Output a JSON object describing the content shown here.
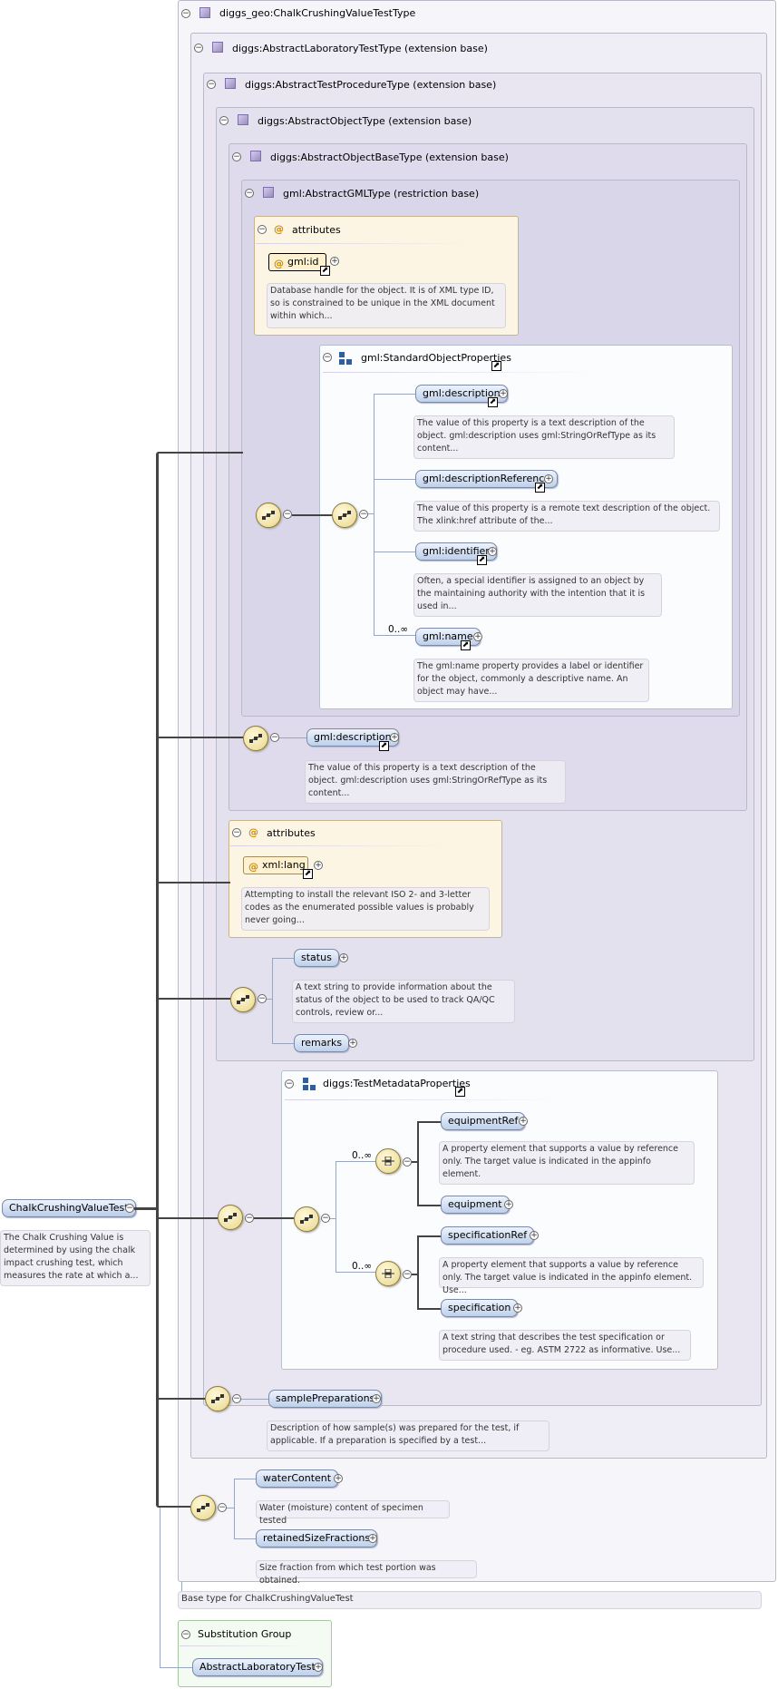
{
  "root": {
    "name": "ChalkCrushingValueTest",
    "doc": "The Chalk Crushing Value is determined by using the chalk impact crushing test, which measures the rate at which a..."
  },
  "types": {
    "chalk": "diggs_geo:ChalkCrushingValueTestType",
    "lab": "diggs:AbstractLaboratoryTestType (extension base)",
    "proc": "diggs:AbstractTestProcedureType (extension base)",
    "obj": "diggs:AbstractObjectType (extension base)",
    "objbase": "diggs:AbstractObjectBaseType (extension base)",
    "gml": "gml:AbstractGMLType (restriction base)"
  },
  "gml_attrs": {
    "title": "attributes",
    "id_name": "gml:id",
    "id_doc": "Database handle for the object. It is of XML type ID, so is constrained to be unique in the XML document within which..."
  },
  "std_props": {
    "title": "gml:StandardObjectProperties",
    "items": [
      {
        "name": "gml:description",
        "doc": "The value of this property is a text description of the object. gml:description uses gml:StringOrRefType as its content..."
      },
      {
        "name": "gml:descriptionReference",
        "doc": "The value of this property is a remote text description of the object. The xlink:href attribute of the..."
      },
      {
        "name": "gml:identifier",
        "doc": "Often, a special identifier is assigned to an object by the maintaining authority with the intention that it is used in..."
      },
      {
        "name": "gml:name",
        "doc": "The gml:name property provides a label or identifier for the object, commonly a descriptive name. An object may have..."
      }
    ],
    "name_card": "0..∞"
  },
  "objbase_desc": {
    "name": "gml:description",
    "doc": "The value of this property is a text description of the object. gml:description uses gml:StringOrRefType as its content..."
  },
  "obj_attrs": {
    "title": "attributes",
    "lang_name": "xml:lang",
    "lang_doc": "Attempting to install the relevant ISO 2- and 3-letter codes as the enumerated possible values is probably never going..."
  },
  "obj_seq": {
    "status": "status",
    "status_doc": "A text string to provide information about the status of the object to be used to track QA/QC controls, review or...",
    "remarks": "remarks"
  },
  "meta": {
    "title": "diggs:TestMetadataProperties",
    "card1": "0..∞",
    "equipmentRef": "equipmentRef",
    "equipmentRef_doc": "A property element that supports a value by reference only. The target value is indicated in the appinfo element.",
    "equipment": "equipment",
    "card2": "0..∞",
    "specificationRef": "specificationRef",
    "specificationRef_doc": "A property element that supports a value by reference only. The target value is indicated in the appinfo element. Use...",
    "specification": "specification",
    "specification_doc": "A text string that describes the test specification or procedure used. - eg. ASTM 2722 as informative. Use..."
  },
  "lab_seq": {
    "samplePreparations": "samplePreparations",
    "samplePreparations_doc": "Description of how sample(s) was prepared for the test, if applicable. If a preparation is specified by a test..."
  },
  "chalk_seq": {
    "waterContent": "waterContent",
    "waterContent_doc": "Water (moisture) content of specimen tested",
    "retainedSizeFractions": "retainedSizeFractions",
    "retainedSizeFractions_doc": "Size fraction from which test portion was obtained."
  },
  "base_type_note": "Base type for ChalkCrushingValueTest",
  "subst": {
    "title": "Substitution Group",
    "name": "AbstractLaboratoryTest"
  },
  "icons": {
    "collapse": "minus-circle-icon",
    "expand": "plus-circle-icon",
    "type": "complex-type-icon",
    "sequence": "sequence-compositor-icon",
    "choice": "choice-compositor-icon",
    "reference": "reference-arrow-icon",
    "attribute": "attribute-at-icon",
    "group": "group-icon"
  }
}
